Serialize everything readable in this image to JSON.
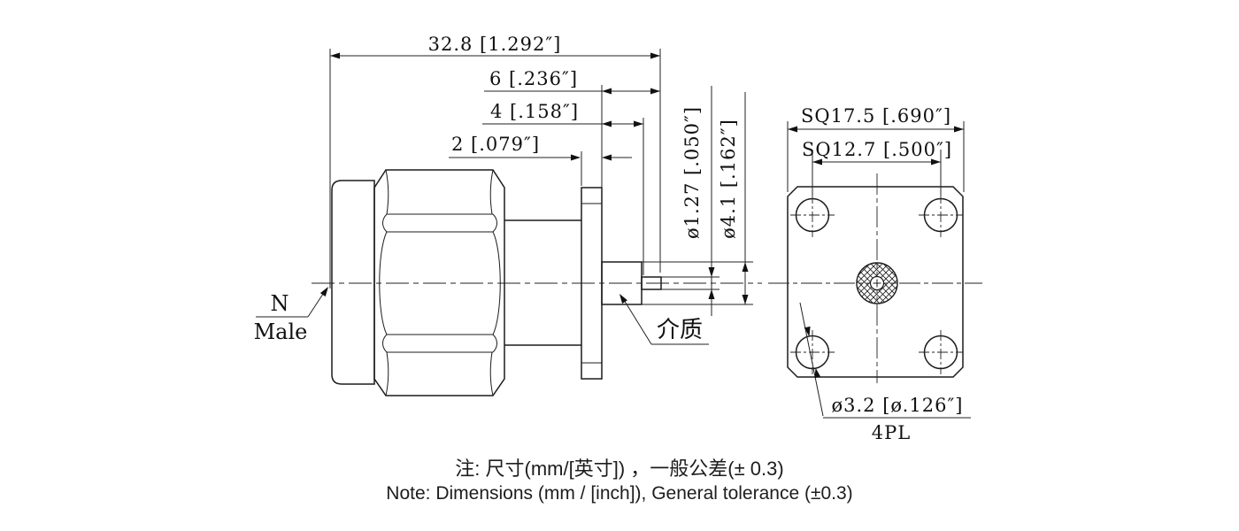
{
  "side_view": {
    "dim_overall_length": "32.8 [1.292″]",
    "dim_dielectric_to_tip": "6 [.236″]",
    "dim_dielectric_length": "4 [.158″]",
    "dim_flange_thickness": "2 [.079″]",
    "dim_pin_diameter": "ø1.27 [.050″]",
    "dim_dielectric_diameter": "ø4.1 [.162″]",
    "connector_type_line1": "N",
    "connector_type_line2": "Male",
    "dielectric_label": "介质"
  },
  "front_view": {
    "dim_flange_square": "SQ17.5 [.690″]",
    "dim_hole_spacing": "SQ12.7 [.500″]",
    "dim_hole_diameter": "ø3.2 [ø.126″]",
    "hole_count_label": "4PL"
  },
  "notes": {
    "chinese": "注: 尺寸(mm/[英寸]) ，一般公差(± 0.3)",
    "english": "Note: Dimensions (mm / [inch]), General tolerance (±0.3)"
  },
  "colors": {
    "line": "#1c1c1c",
    "background": "#ffffff"
  }
}
